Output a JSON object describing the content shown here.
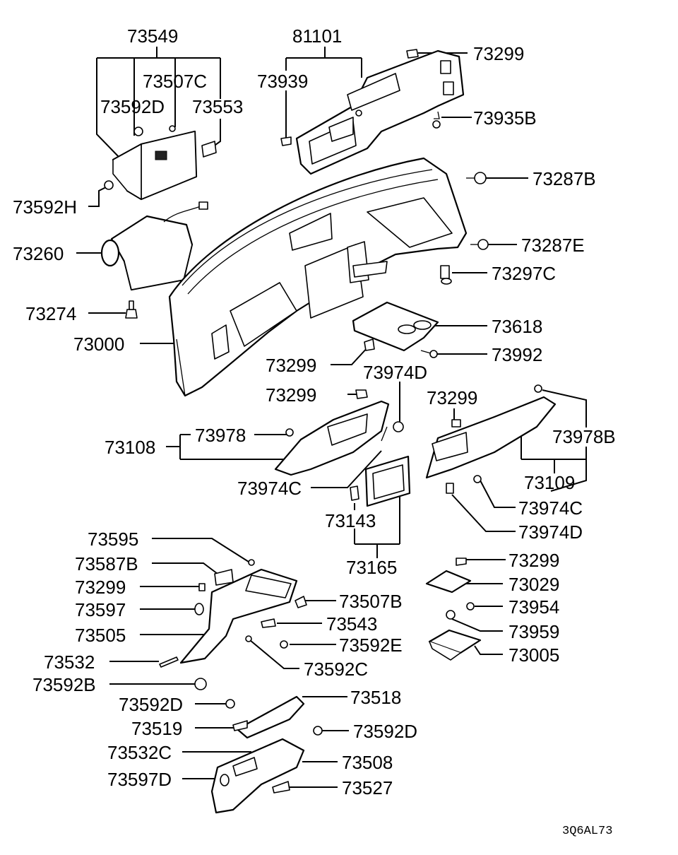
{
  "diagram": {
    "code": "3Q6AL73",
    "labels": [
      "73549",
      "73507C",
      "73592D",
      "73553",
      "73592H",
      "73260",
      "73274",
      "73000",
      "81101",
      "73939",
      "73299",
      "73935B",
      "73287B",
      "73287E",
      "73297C",
      "73618",
      "73992",
      "73299",
      "73974D",
      "73299",
      "73108",
      "73978",
      "73974C",
      "73143",
      "73165",
      "73299",
      "73978B",
      "73109",
      "73974C",
      "73974D",
      "73595",
      "73587B",
      "73299",
      "73597",
      "73505",
      "73532",
      "73592B",
      "73507B",
      "73543",
      "73592E",
      "73592C",
      "73299",
      "73029",
      "73954",
      "73959",
      "73005",
      "73592D",
      "73518",
      "73519",
      "73592D",
      "73532C",
      "73508",
      "73597D",
      "73527"
    ]
  }
}
